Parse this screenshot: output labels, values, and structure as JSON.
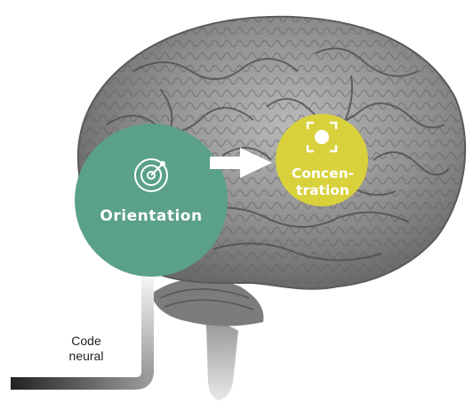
{
  "nodes": {
    "orientation": {
      "label": "Orientation",
      "color": "#5aa08a",
      "icon": "radar-icon"
    },
    "concentration": {
      "line1": "Concen-",
      "line2": "tration",
      "color": "#d8d13c",
      "icon": "focus-target-icon"
    }
  },
  "input": {
    "line1": "Code",
    "line2": "neural"
  },
  "colors": {
    "brain": "#8c8c8c",
    "arrow_white": "#ffffff",
    "gradient_dark": "#222222"
  }
}
